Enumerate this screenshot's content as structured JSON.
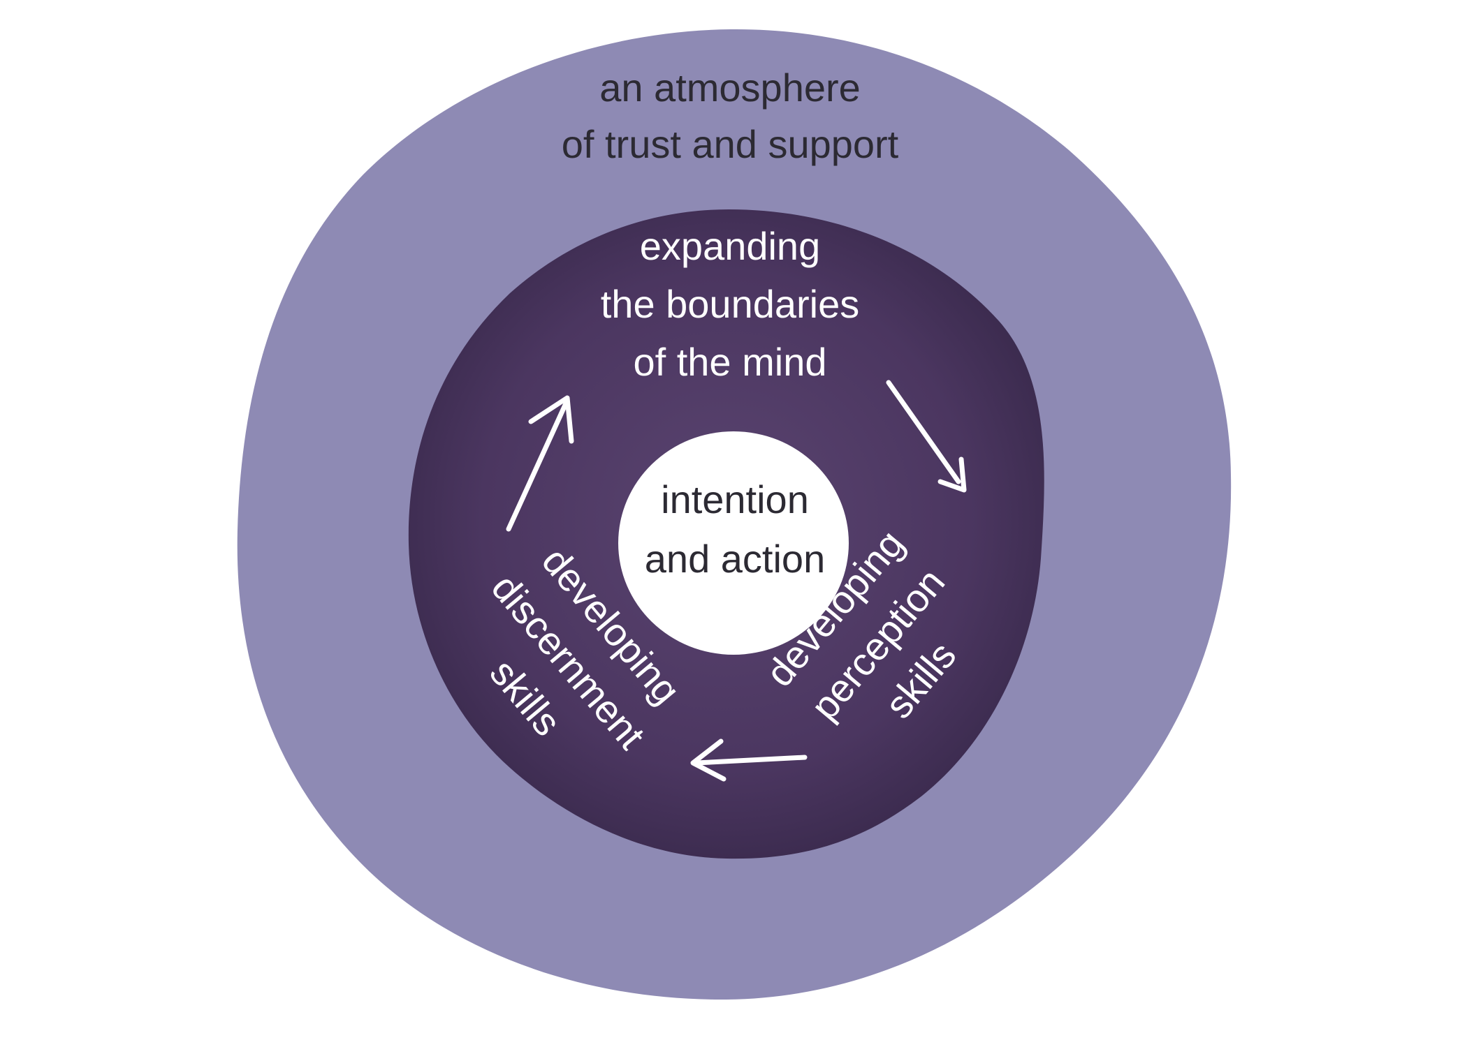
{
  "diagram": {
    "outer": {
      "line1": "an atmosphere",
      "line2": "of trust and support"
    },
    "top": {
      "line1": "expanding",
      "line2": "the boundaries",
      "line3": "of the mind"
    },
    "right": {
      "line1": "developing",
      "line2": "perception",
      "line3": "skills"
    },
    "left": {
      "line1": "developing",
      "line2": "discernment",
      "line3": "skills"
    },
    "center": {
      "line1": "intention",
      "line2": "and action"
    }
  },
  "colors": {
    "outer_ring": "#8e8ab4",
    "inner_ring": "#4e3963",
    "core": "#ffffff",
    "ink_dark": "#2c2a33",
    "ink_light": "#ffffff"
  }
}
